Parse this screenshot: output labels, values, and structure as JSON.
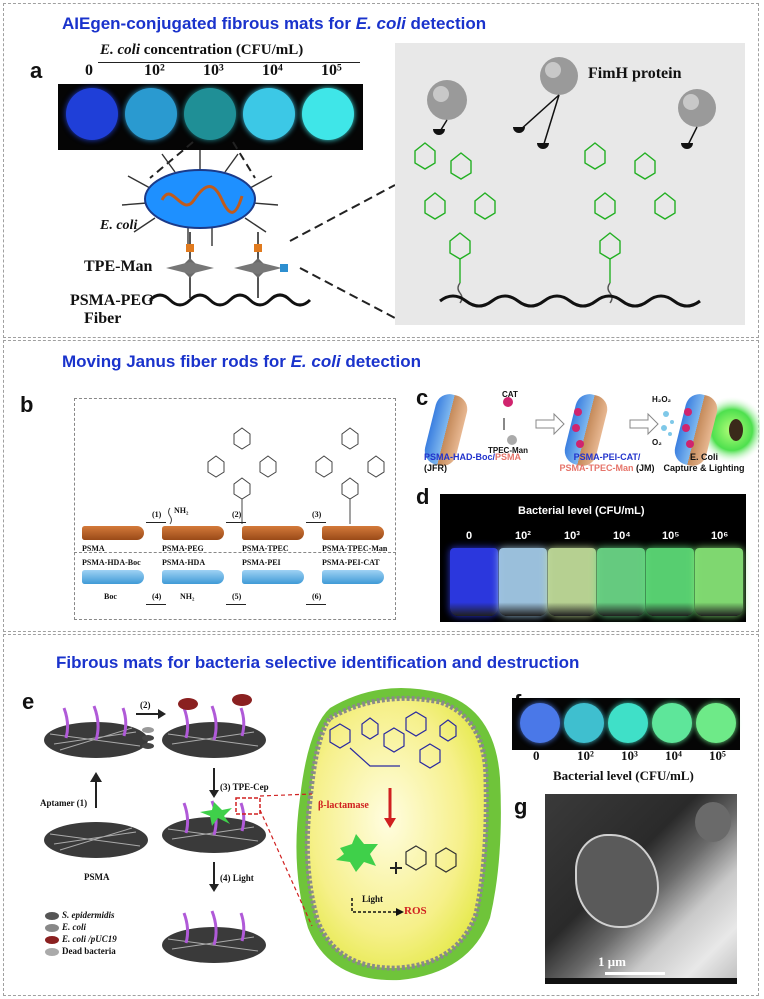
{
  "section1": {
    "title_prefix": "AIEgen-conjugated fibrous mats for ",
    "title_ital": "E. coli",
    "title_suffix": " detection",
    "panel_a": "a",
    "conc_ital": "E. coli",
    "conc_rest": " concentration (CFU/mL)",
    "conc_labels": [
      "0",
      "10²",
      "10³",
      "10⁴",
      "10⁵"
    ],
    "conc_colors": [
      "#1f3fd8",
      "#2a9ad0",
      "#1f8f96",
      "#3cc8e6",
      "#3fe6e8"
    ],
    "ecoli_label": "E. coli",
    "tpe_label": "TPE-Man",
    "fiber_label_1": "PSMA-PEG",
    "fiber_label_2": "Fiber",
    "fimh_label": "FimH protein"
  },
  "section2": {
    "title_prefix": "Moving Janus fiber rods for ",
    "title_ital": "E. coli",
    "title_suffix": " detection",
    "panel_b": "b",
    "panel_c": "c",
    "panel_d": "d",
    "top_rods": [
      "PSMA",
      "PSMA-PEG",
      "PSMA-TPEC",
      "PSMA-TPEC-Man"
    ],
    "top_steps": [
      "(1)",
      "(2)",
      "(3)"
    ],
    "bottom_rods": [
      "PSMA-HDA-Boc",
      "PSMA-HDA",
      "PSMA-PEI",
      "PSMA-PEI-CAT"
    ],
    "bottom_steps": [
      "(4)",
      "(5)",
      "(6)"
    ],
    "boc": "Boc",
    "nh2": "NH₂",
    "cat": "CAT",
    "tpec_man": "TPEC-Man",
    "jfr_blue": "PSMA-HAD-Boc/",
    "jfr_red": "PSMA",
    "jfr_tag": "(JFR)",
    "jm_blue": "PSMA-PEI-CAT/",
    "jm_red": "PSMA-TPEC-Man",
    "jm_tag": "(JM)",
    "h2o2": "H₂O₂",
    "o2": "O₂",
    "ecoli_cap_1": "E. Coli",
    "ecoli_cap_2": "Capture & Lighting",
    "bact_title": "Bacterial level (CFU/mL)",
    "bact_labels": [
      "0",
      "10²",
      "10³",
      "10⁴",
      "10⁵",
      "10⁶"
    ],
    "bact_colors": [
      "#2f3cf0",
      "#a8d0ee",
      "#c6e29e",
      "#6edc8a",
      "#5fe07a",
      "#8aea7a"
    ]
  },
  "section3": {
    "title": "Fibrous mats for bacteria selective identification and destruction",
    "panel_e": "e",
    "panel_f": "f",
    "panel_g": "g",
    "step2": "(2)",
    "step3": "(3)",
    "tpe_cep": "TPE-Cep",
    "step4": "(4)",
    "light": "Light",
    "aptamer": "Aptamer",
    "step1": "(1)",
    "psma": "PSMA",
    "legend": [
      "S. epidermidis",
      "E. coli",
      "E. coli /pUC19",
      "Dead bacteria"
    ],
    "lactamase": "β-lactamase",
    "light2": "Light",
    "ros": "ROS",
    "f_labels": [
      "0",
      "10²",
      "10³",
      "10⁴",
      "10⁵"
    ],
    "f_colors": [
      "#4a78e8",
      "#3fbfcf",
      "#3fe0c8",
      "#5ee69a",
      "#6eea88"
    ],
    "f_title": "Bacterial level (CFU/mL)",
    "scale": "1 μm"
  }
}
